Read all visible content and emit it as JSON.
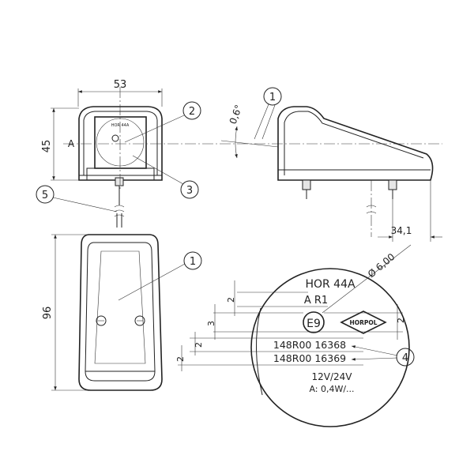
{
  "dimensions": {
    "width_front": "53",
    "height_front": "45",
    "length_bottom": "96",
    "stud_offset": "34,1",
    "tilt_angle": "0,6°",
    "emblem_diameter": "Ø 6,00",
    "detail_spacing": [
      "2",
      "3",
      "2",
      "2"
    ],
    "logo_height": "2"
  },
  "view_label": "A",
  "balloons": [
    "1",
    "2",
    "3",
    "4",
    "5"
  ],
  "label_plate": {
    "model": "HOR 44A",
    "approval_class": "A R1",
    "approval_mark": "E9",
    "brand": "HORPOL",
    "approval_numbers": [
      "148R00 16368",
      "148R00 16369"
    ],
    "voltage": "12V/24V",
    "power_partial": "A: 0,4W/..."
  }
}
